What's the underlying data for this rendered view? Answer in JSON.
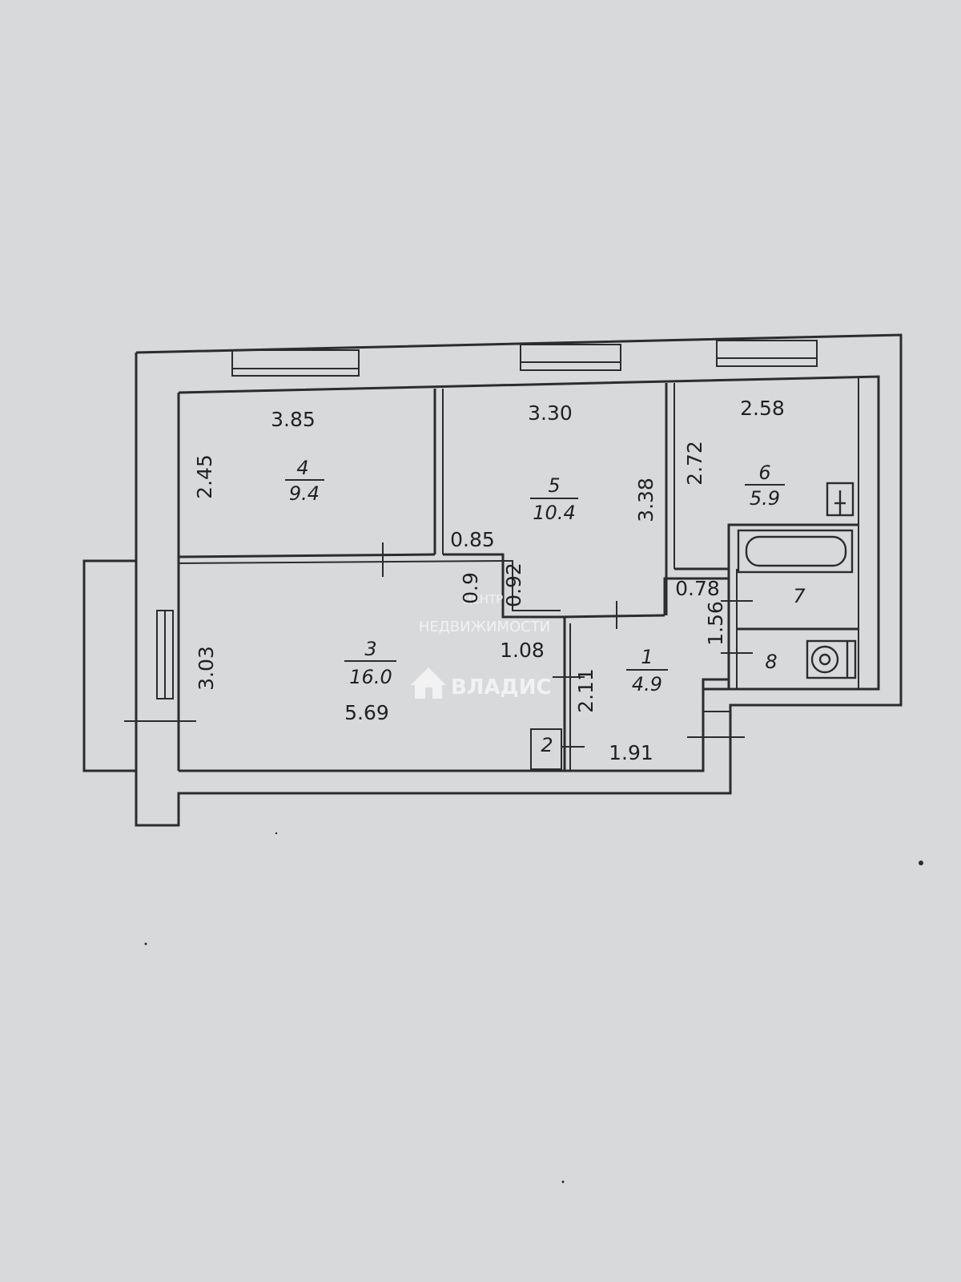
{
  "colors": {
    "background": "#d7d9db",
    "ink": "#2a2c2e",
    "watermark": "#f4f4f4"
  },
  "watermark": {
    "line1": "ЦЕНТР",
    "line2": "НЕДВИЖИМОСТИ",
    "brand": "ВЛАДИС",
    "icon": "house-logo-icon"
  },
  "rooms": [
    {
      "id": "room-1",
      "number": "1",
      "area": "4.9"
    },
    {
      "id": "room-2",
      "number": "2"
    },
    {
      "id": "room-3",
      "number": "3",
      "area": "16.0"
    },
    {
      "id": "room-4",
      "number": "4",
      "area": "9.4"
    },
    {
      "id": "room-5",
      "number": "5",
      "area": "10.4"
    },
    {
      "id": "room-6",
      "number": "6",
      "area": "5.9"
    },
    {
      "id": "room-7",
      "number": "7"
    },
    {
      "id": "room-8",
      "number": "8"
    }
  ],
  "dimensions": {
    "room4_width": "3.85",
    "room4_depth": "2.45",
    "room5_width": "3.30",
    "room5_depth": "3.38",
    "room6_width": "2.58",
    "room6_depth": "2.72",
    "room3_depth": "3.03",
    "room3_width": "5.69",
    "niche_width": "0.85",
    "niche_depth_a": "0.9",
    "niche_depth_b": "0.92",
    "hall_width_top": "1.08",
    "hall_depth": "2.11",
    "hall_width": "1.91",
    "wc_width": "0.78",
    "wc_depth": "1.56"
  }
}
